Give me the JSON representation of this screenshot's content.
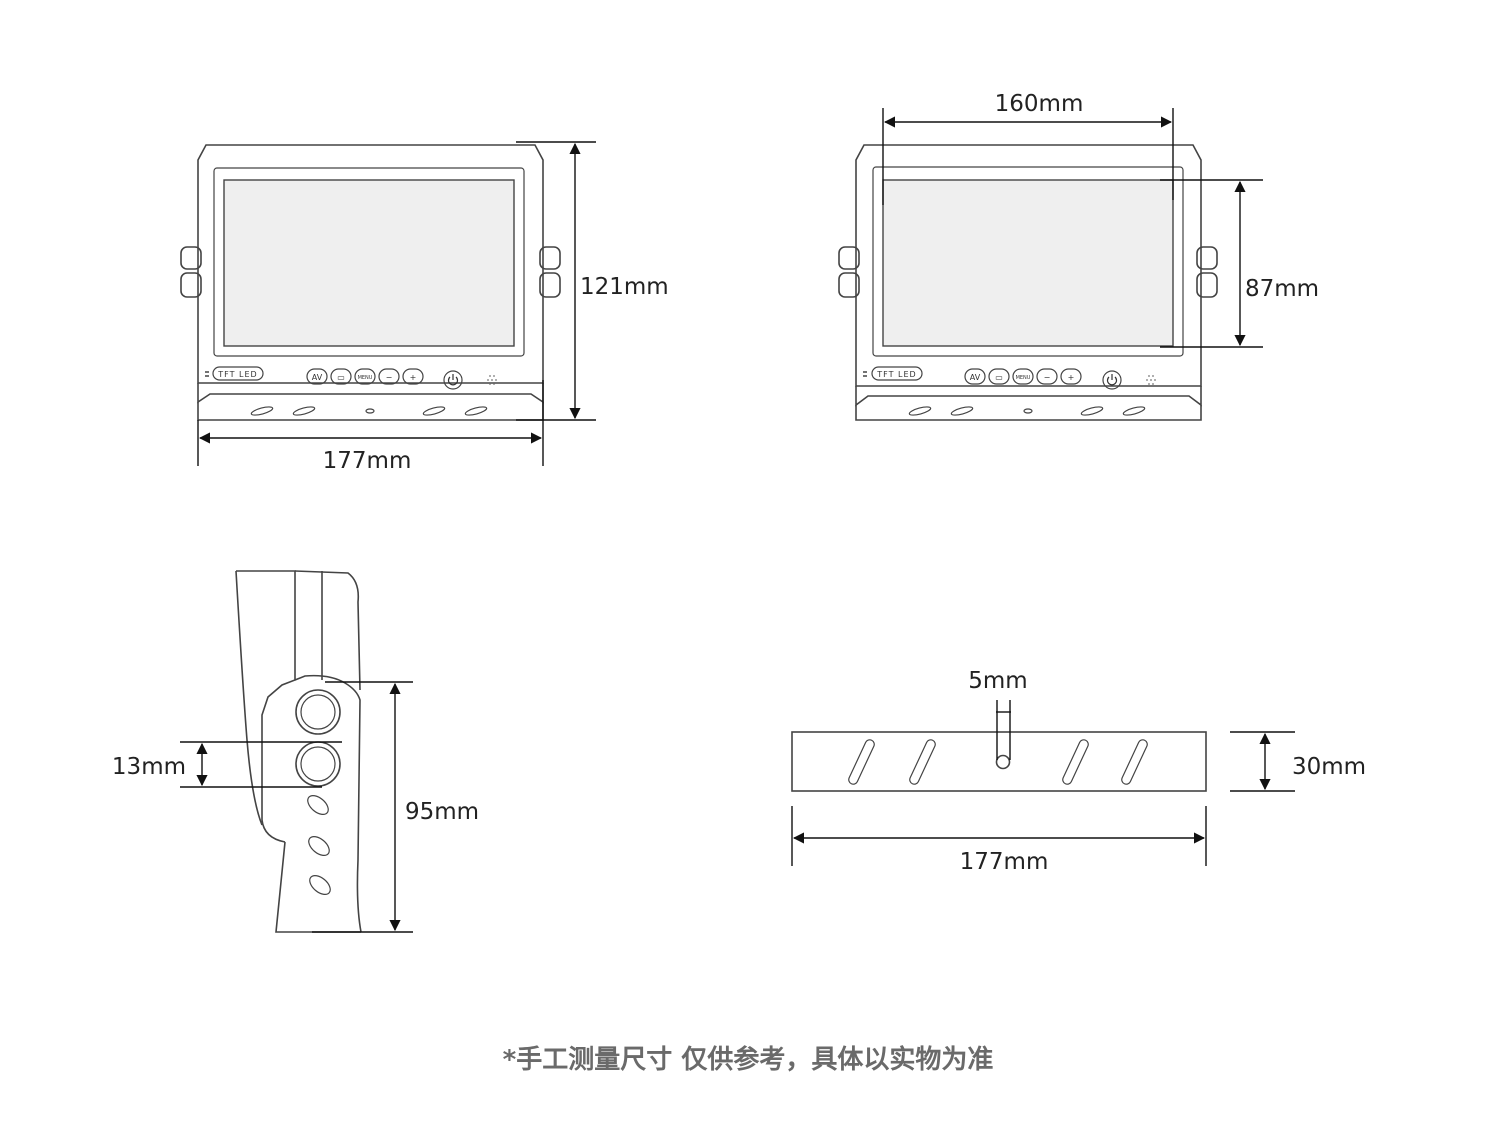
{
  "front_view": {
    "height_label": "121mm",
    "width_label": "177mm",
    "badge": "TFT LED",
    "buttons": [
      "AV",
      "▭",
      "MENU",
      "−",
      "+"
    ]
  },
  "screen_view": {
    "width_label": "160mm",
    "height_label": "87mm",
    "badge": "TFT LED",
    "buttons": [
      "AV",
      "▭",
      "MENU",
      "−",
      "+"
    ]
  },
  "side_view": {
    "knob_label": "13mm",
    "bracket_label": "95mm"
  },
  "bottom_view": {
    "hole_label": "5mm",
    "depth_label": "30mm",
    "width_label": "177mm"
  },
  "footer": {
    "note": "*手工测量尺寸 仅供参考，具体以实物为准"
  }
}
